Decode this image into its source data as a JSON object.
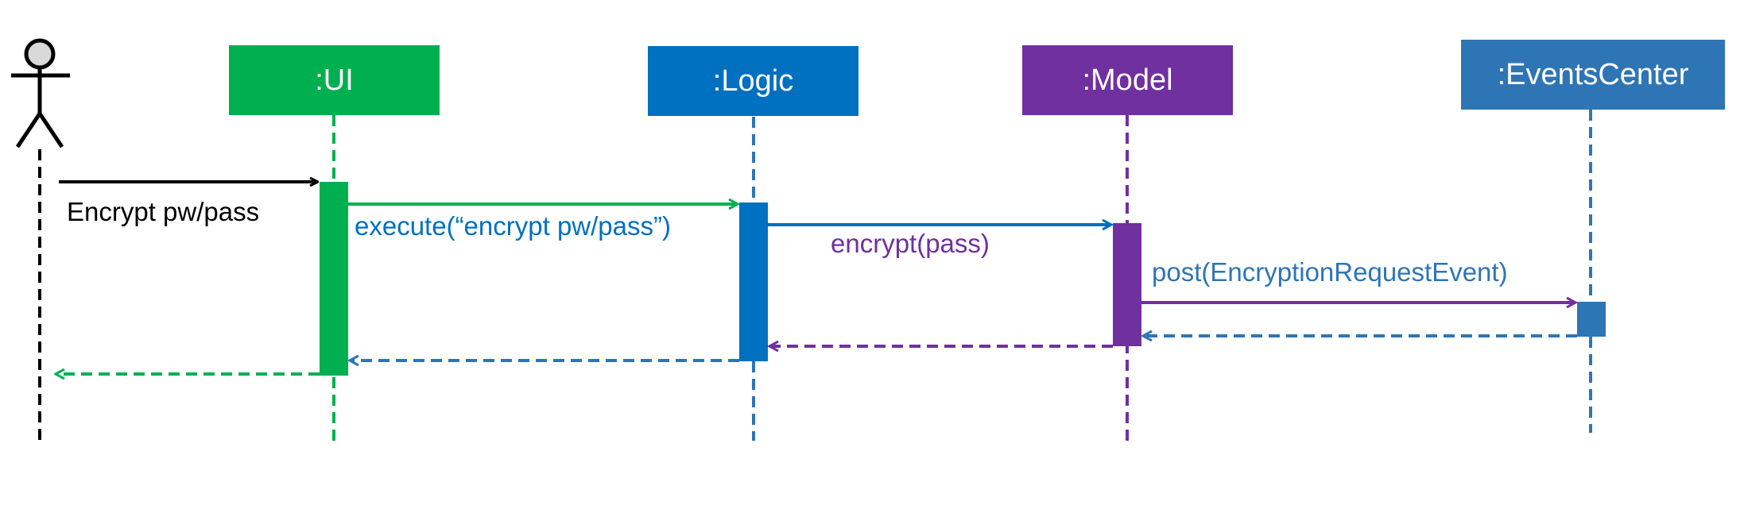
{
  "participants": [
    {
      "key": "ui",
      "label": ":UI",
      "color": "#00B050"
    },
    {
      "key": "logic",
      "label": ":Logic",
      "color": "#0070C0"
    },
    {
      "key": "model",
      "label": ":Model",
      "color": "#7030A0"
    },
    {
      "key": "events",
      "label": ":EventsCenter",
      "color": "#2E75B6"
    }
  ],
  "actor": {
    "icon": "stick-figure-user-icon",
    "color": "#000000"
  },
  "messages": [
    {
      "from": "user",
      "to": "ui",
      "label": "Encrypt pw/pass",
      "color": "#000000",
      "type": "call"
    },
    {
      "from": "ui",
      "to": "logic",
      "label": "execute(“encrypt pw/pass”)",
      "color": "#00B050",
      "label_color": "#0070C0",
      "type": "call"
    },
    {
      "from": "logic",
      "to": "model",
      "label": "encrypt(pass)",
      "color": "#0070C0",
      "label_color": "#7030A0",
      "type": "call"
    },
    {
      "from": "model",
      "to": "events",
      "label": "post(EncryptionRequestEvent)",
      "color": "#7030A0",
      "label_color": "#2E75B6",
      "type": "call"
    },
    {
      "from": "events",
      "to": "model",
      "label": "",
      "color": "#2E75B6",
      "type": "return"
    },
    {
      "from": "model",
      "to": "logic",
      "label": "",
      "color": "#7030A0",
      "type": "return"
    },
    {
      "from": "logic",
      "to": "ui",
      "label": "",
      "color": "#2E75B6",
      "type": "return"
    },
    {
      "from": "ui",
      "to": "user",
      "label": "",
      "color": "#00B050",
      "type": "return"
    }
  ]
}
